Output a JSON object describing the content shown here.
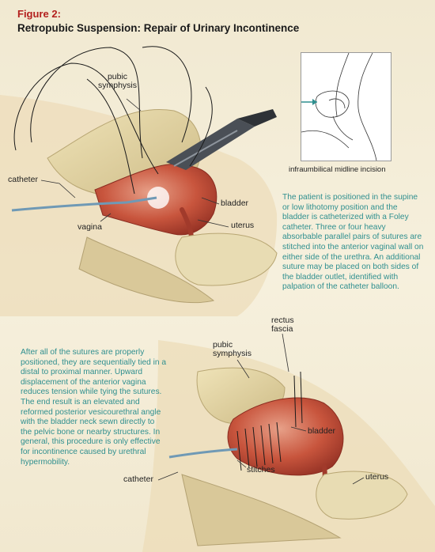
{
  "figure": {
    "label": "Figure 2:",
    "title": "Retropubic Suspension: Repair of Urinary Incontinence"
  },
  "top_labels": {
    "pubic_symphysis": "pubic\nsymphysis",
    "catheter": "catheter",
    "vagina": "vagina",
    "bladder": "bladder",
    "uterus": "uterus"
  },
  "inset": {
    "caption": "infraumbilical midline incision"
  },
  "description_top": "The patient is positioned in the supine or low lithotomy position and the bladder is catheterized with a Foley catheter. Three or four heavy absorbable parallel pairs of sutures are stitched into the anterior vaginal wall on either side of the urethra. An additional suture may be placed on both sides of the bladder outlet, identified with palpation of the catheter balloon.",
  "description_bottom": "After all of the sutures are properly positioned, they are sequentially tied in a distal to proximal manner. Upward displacement of the anterior vagina reduces tension while tying the sutures. The end result is an elevated and reformed posterior vesicourethral angle with the bladder neck sewn directly to the pelvic bone or nearby structures. In general, this procedure is only effective for incontinence caused by urethral hypermobility.",
  "bottom_labels": {
    "rectus_fascia": "rectus\nfascia",
    "pubic_symphysis": "pubic\nsymphysis",
    "bladder": "bladder",
    "stitches": "stitches",
    "catheter": "catheter",
    "uterus": "uterus"
  },
  "colors": {
    "figure_label": "#b3201e",
    "description": "#2f8f8f",
    "bladder": "#c8553d",
    "catheter": "#6f99b5"
  }
}
